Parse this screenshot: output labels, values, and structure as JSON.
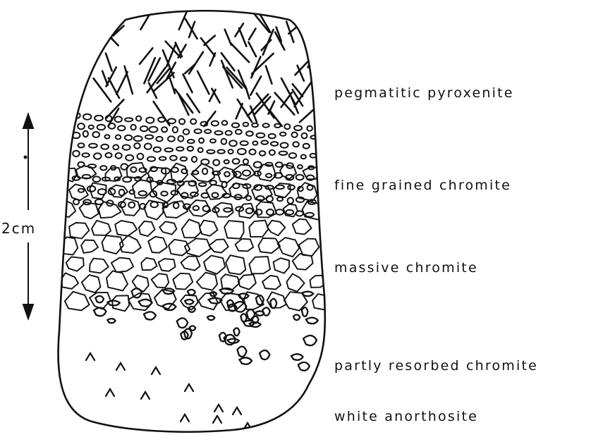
{
  "layers": [
    {
      "key": "pegmatitic",
      "label": "pegmatitic pyroxenite"
    },
    {
      "key": "fine",
      "label": "fine grained chromite"
    },
    {
      "key": "massive",
      "label": "massive chromite"
    },
    {
      "key": "partly",
      "label": "partly resorbed chromite"
    },
    {
      "key": "anorthosite",
      "label": "white anorthosite"
    }
  ],
  "scale_bar": {
    "label": "2cm"
  },
  "colors": {
    "ink": "#111111",
    "paper": "#ffffff"
  }
}
